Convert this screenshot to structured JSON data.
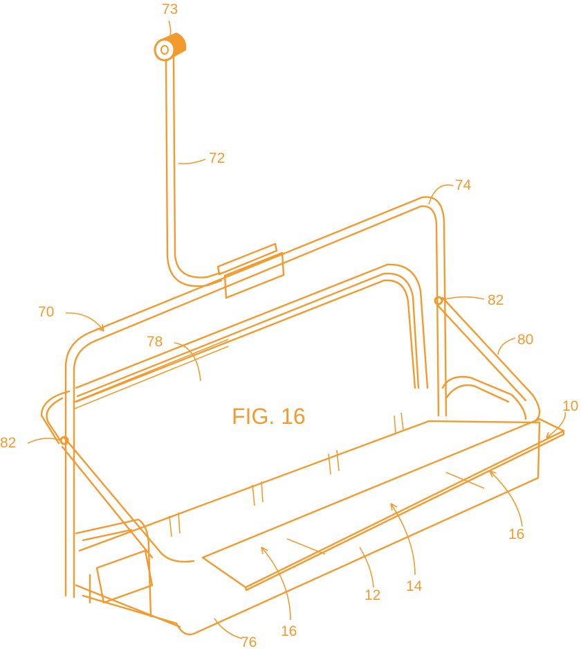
{
  "figure": {
    "title": "FIG. 16",
    "color": "#F39A2E",
    "labels": {
      "cap": "73",
      "pole": "72",
      "frame_top": "74",
      "frame": "70",
      "seat_back": "78",
      "pivot_right": "82",
      "pivot_left": "82",
      "side_bar": "80",
      "board": "10",
      "panel_right": "16",
      "panel_center": "14",
      "edge": "12",
      "panel_left": "16",
      "seat_base": "76"
    }
  }
}
